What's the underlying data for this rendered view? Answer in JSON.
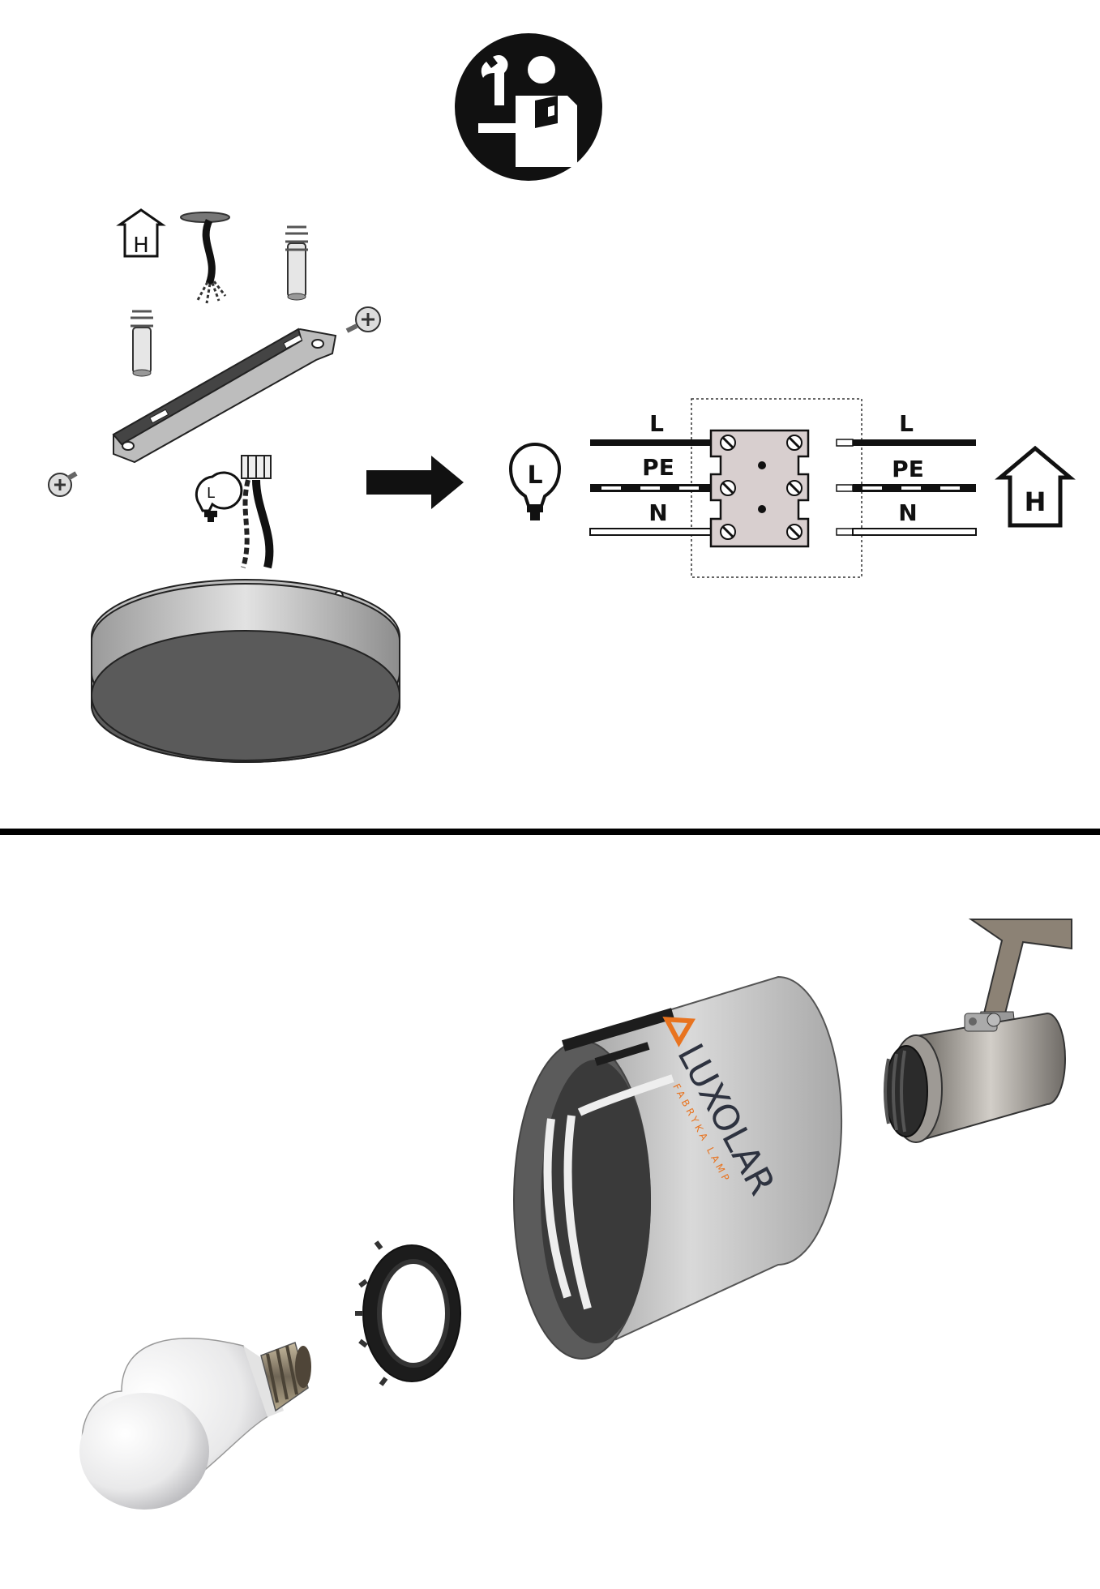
{
  "top_section": {
    "manual_icon": "read-manual-icon",
    "house_symbol": {
      "icon": "house-icon",
      "letter": "H"
    },
    "lamp_symbol": {
      "icon": "lamp-icon",
      "letter": "L"
    }
  },
  "wiring_diagram": {
    "left_labels": [
      "L",
      "PE",
      "N"
    ],
    "right_labels": [
      "L",
      "PE",
      "N"
    ],
    "lamp_letter": "L",
    "house_letter": "H",
    "arrow_icon": "arrow-right-icon"
  },
  "bottom_section": {
    "brand_name": "LUXOLAR",
    "brand_tagline": "FABRYKA LAMP",
    "colors": {
      "brand_orange": "#e8731f",
      "brand_text": "#2e3340"
    }
  },
  "colors": {
    "divider": "#000000",
    "ink": "#111111",
    "terminal_block": "#d8cfcf"
  }
}
